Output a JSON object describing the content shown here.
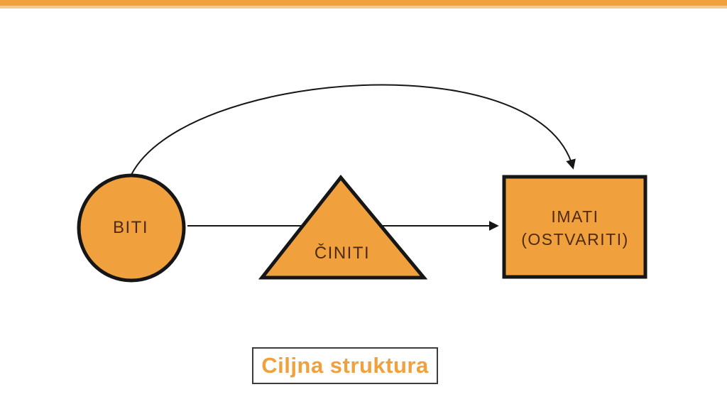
{
  "slide": {
    "caption": "Ciljna struktura"
  },
  "diagram": {
    "nodes": [
      {
        "id": "biti",
        "shape": "circle",
        "label": "BITI"
      },
      {
        "id": "ciniti",
        "shape": "triangle",
        "label": "ČINITI"
      },
      {
        "id": "imati",
        "shape": "rectangle",
        "label_lines": [
          "IMATI",
          "(OSTVARITI)"
        ]
      }
    ],
    "connections": [
      {
        "from": "biti",
        "to": "imati",
        "style": "straight-arrow"
      },
      {
        "from": "biti",
        "to": "imati",
        "style": "curved-arc-arrow"
      }
    ]
  },
  "colors": {
    "accent_orange": "#F0A13E",
    "top_bar_light": "#F6C98F",
    "shape_outline": "#161616",
    "shape_text": "#4E2A0C",
    "caption_text": "#F0A03C",
    "caption_border": "#3C3C3C",
    "slide_bg": "#FFFFFF"
  }
}
